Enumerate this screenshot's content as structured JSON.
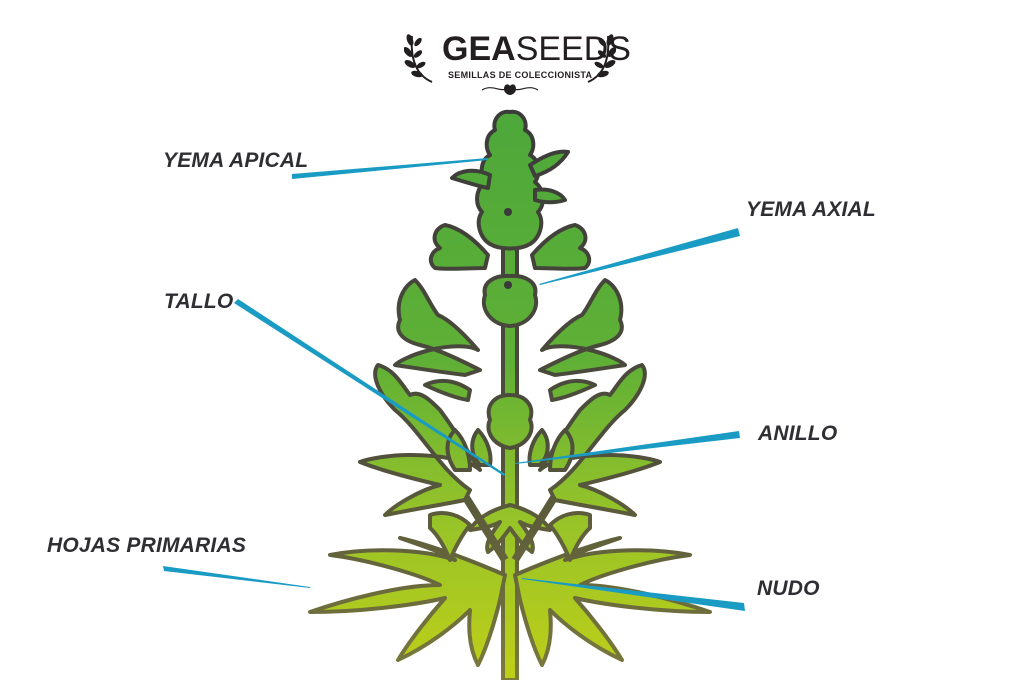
{
  "logo": {
    "brand_bold": "GEA",
    "brand_light": "SEEDS",
    "tagline": "SEMILLAS DE COLECCIONISTA"
  },
  "colors": {
    "leader_line": "#1a9bc4",
    "label_text": "#2f2f33",
    "plant_top": "#4ca73a",
    "plant_bottom": "#b8cc1c",
    "outline_top": "#3b3b3b",
    "outline_bottom": "#7a7a3a"
  },
  "labels": {
    "yema_apical": "YEMA APICAL",
    "yema_axial": "YEMA AXIAL",
    "tallo": "TALLO",
    "anillo": "ANILLO",
    "hojas_primarias": "HOJAS PRIMARIAS",
    "nudo": "NUDO"
  }
}
